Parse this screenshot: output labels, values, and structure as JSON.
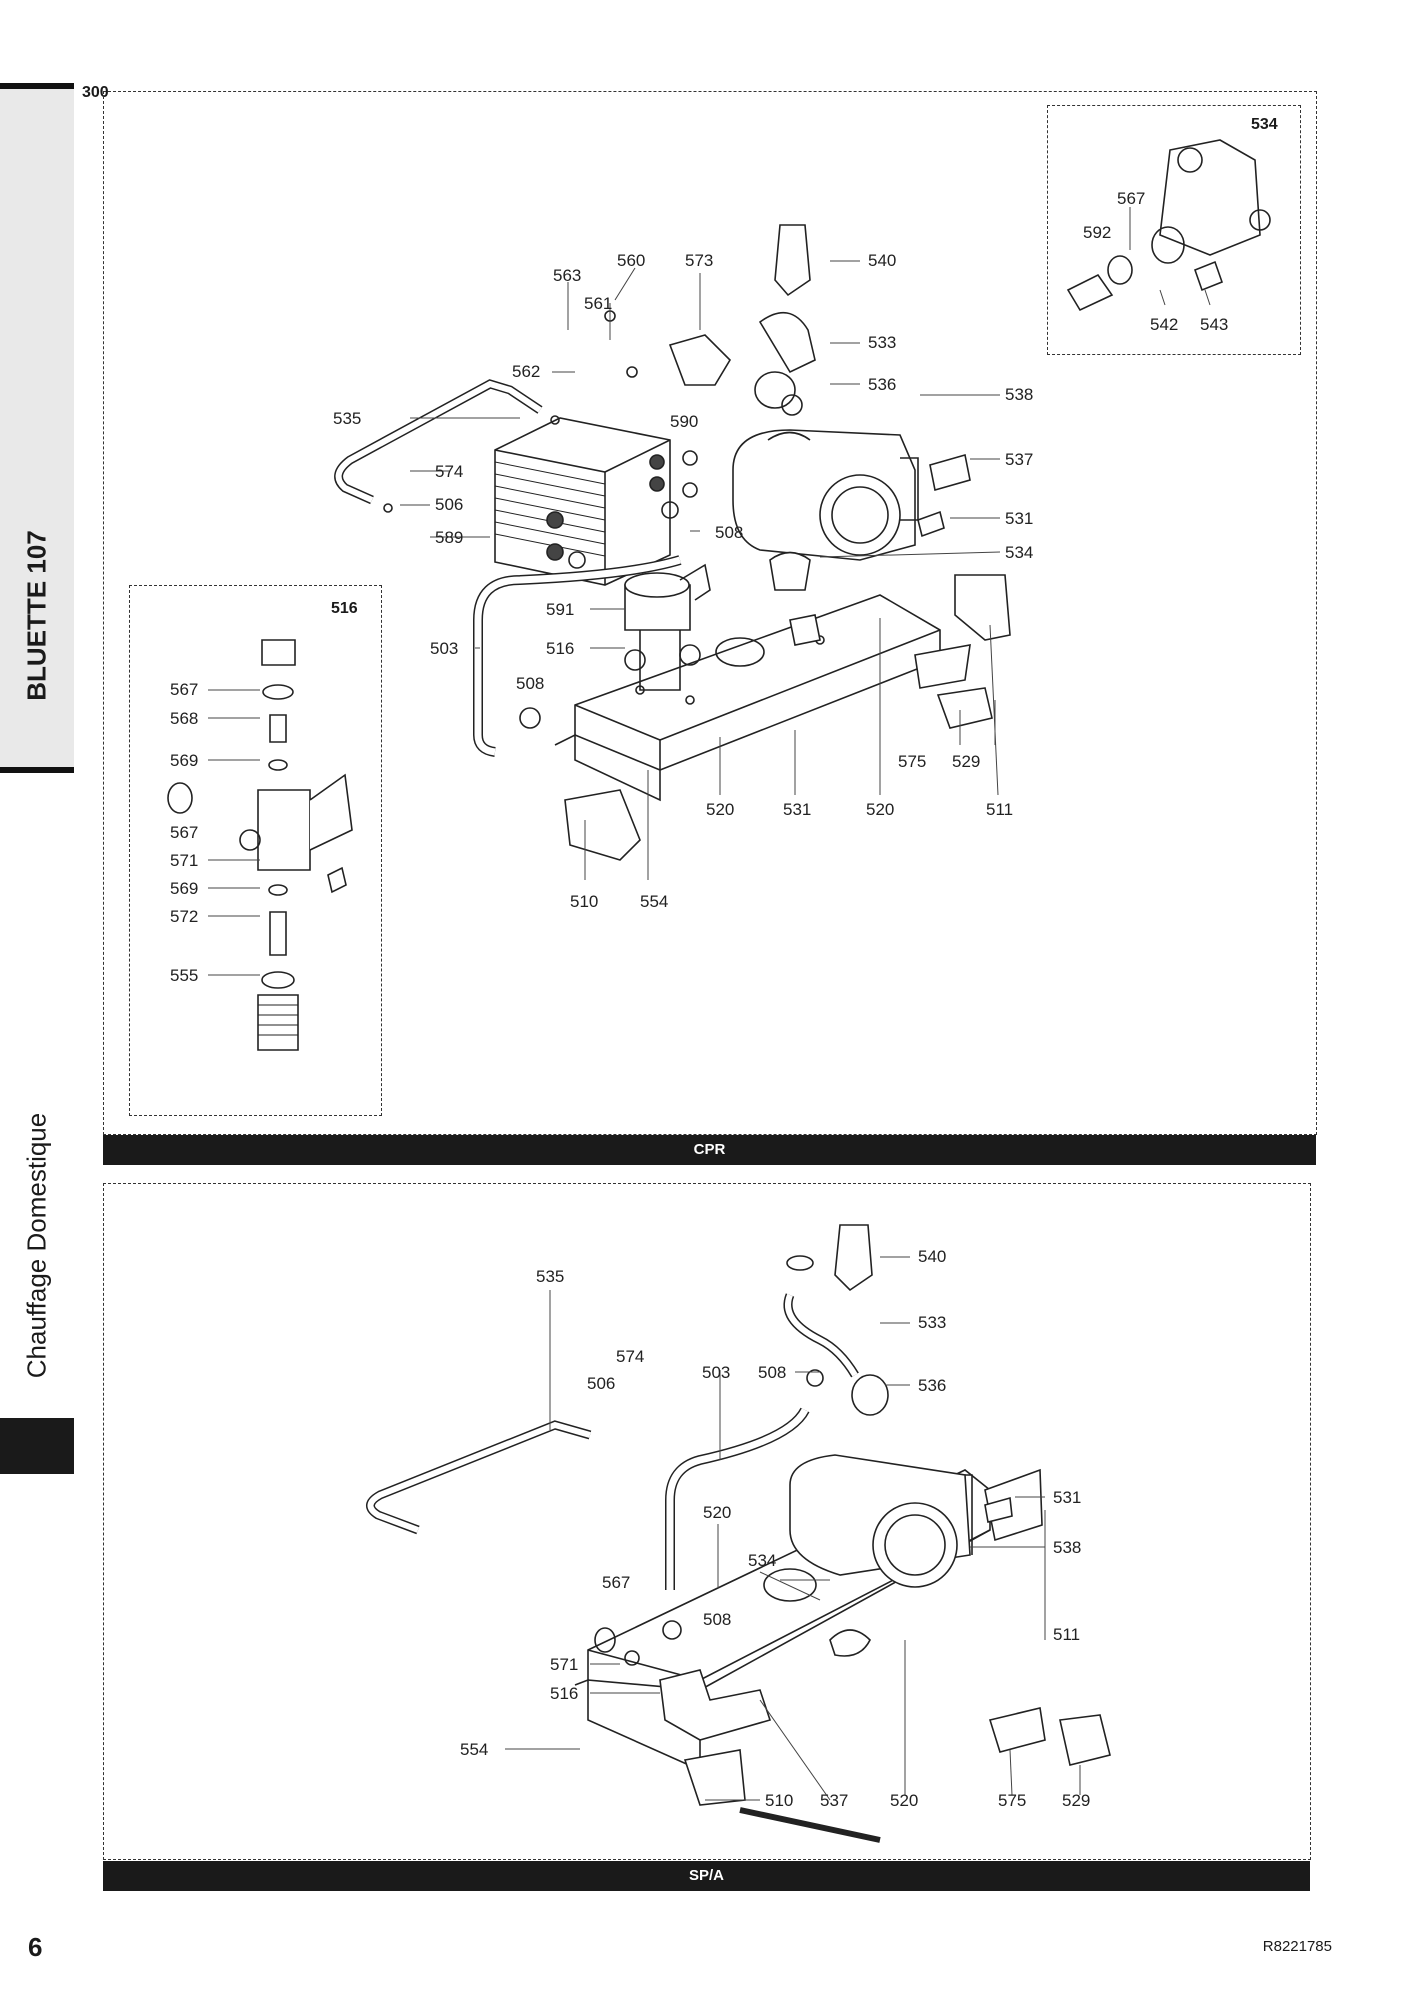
{
  "document": {
    "section_code": "300",
    "side_title": "BLUETTE 107",
    "side_subtitle": "Chauffage Domestique",
    "page_number": "6",
    "reference": "R8221785"
  },
  "diagram_top": {
    "band_label": "CPR",
    "inset_534_title": "534",
    "inset_516_title": "516",
    "callouts": [
      "540",
      "560",
      "573",
      "563",
      "561",
      "562",
      "533",
      "536",
      "535",
      "590",
      "538",
      "574",
      "506",
      "537",
      "589",
      "508",
      "531",
      "534",
      "591",
      "503",
      "516",
      "508",
      "520",
      "531",
      "520",
      "575",
      "529",
      "511",
      "510",
      "554"
    ],
    "inset_534_callouts": [
      "567",
      "592",
      "542",
      "543"
    ],
    "inset_516_callouts": [
      "567",
      "568",
      "569",
      "567",
      "571",
      "569",
      "572",
      "555"
    ]
  },
  "diagram_bottom": {
    "band_label": "SP/A",
    "callouts": [
      "540",
      "535",
      "533",
      "574",
      "506",
      "503",
      "508",
      "536",
      "531",
      "520",
      "538",
      "534",
      "567",
      "508",
      "511",
      "571",
      "516",
      "554",
      "510",
      "537",
      "520",
      "575",
      "529"
    ]
  }
}
